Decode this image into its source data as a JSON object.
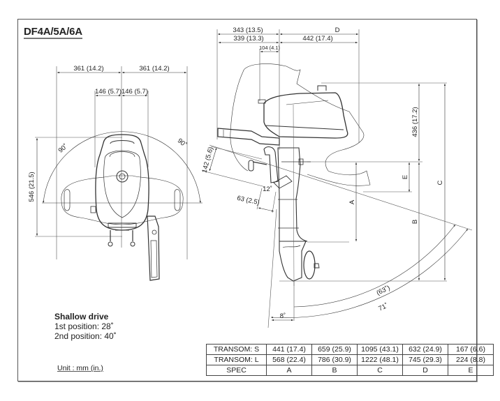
{
  "title": "DF4A/5A/6A",
  "front_view": {
    "dims": {
      "half_width_left": "361 (14.2)",
      "half_width_right": "361 (14.2)",
      "body_left": "146 (5.7)",
      "body_right": "146 (5.7)",
      "height": "546 (21.5)",
      "swivel_left": "90˚",
      "swivel_right": "90˚"
    }
  },
  "side_view": {
    "dims": {
      "top_overall": "343 (13.5)",
      "top_d": "D",
      "tiller_length": "339 (13.3)",
      "front_depth": "442 (17.4)",
      "handle_offset": "104 (4.1)",
      "head_height": "436 (17.2)",
      "bracket_height": "142 (5.6)",
      "bracket_angle": "12˚",
      "bracket_depth": "63 (2.5)",
      "label_a": "A",
      "label_b": "B",
      "label_c": "C",
      "label_e": "E",
      "trim_angle": "8˚",
      "tilt_inner": "(63˚)",
      "tilt_outer": "71˚"
    }
  },
  "shallow_drive": {
    "heading": "Shallow drive",
    "first": "1st position: 28˚",
    "second": "2nd position: 40˚"
  },
  "unit": "Unit : mm (in.)",
  "spec_table": {
    "rows": [
      {
        "label": "TRANSOM: S",
        "values": [
          "441 (17.4)",
          "659 (25.9)",
          "1095 (43.1)",
          "632 (24.9)",
          "167 (6.6)"
        ]
      },
      {
        "label": "TRANSOM: L",
        "values": [
          "568 (22.4)",
          "786 (30.9)",
          "1222 (48.1)",
          "745 (29.3)",
          "224 (8.8)"
        ]
      }
    ],
    "footer": {
      "label": "SPEC",
      "values": [
        "A",
        "B",
        "C",
        "D",
        "E"
      ]
    }
  }
}
